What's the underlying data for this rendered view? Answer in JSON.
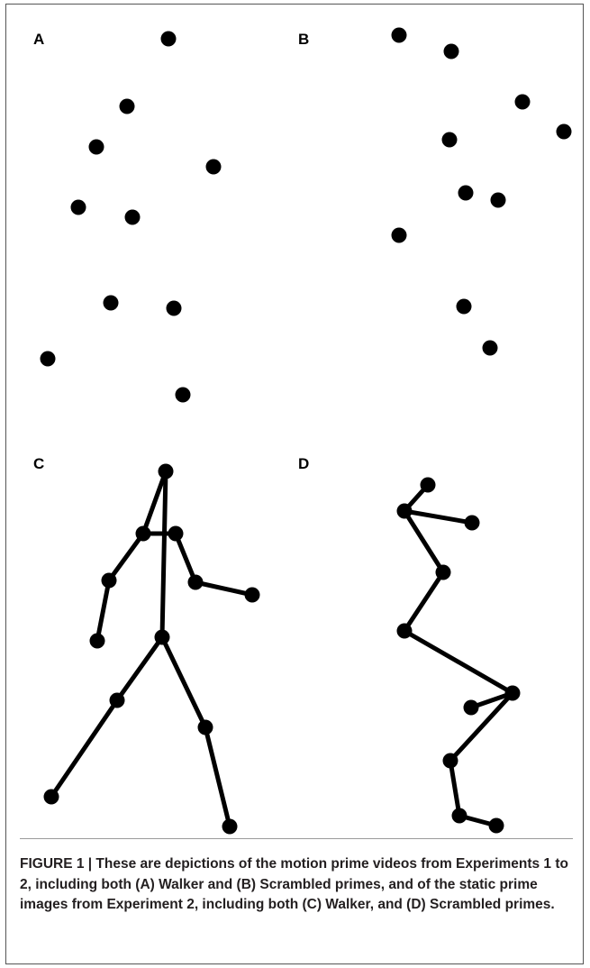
{
  "panels": [
    {
      "id": "A",
      "label": "A",
      "kind": "point-light dots (motion)",
      "points": [
        [
          187,
          43
        ],
        [
          141,
          118
        ],
        [
          107,
          163
        ],
        [
          237,
          185
        ],
        [
          87,
          230
        ],
        [
          147,
          241
        ],
        [
          123,
          336
        ],
        [
          193,
          342
        ],
        [
          53,
          398
        ],
        [
          203,
          438
        ]
      ],
      "edges": []
    },
    {
      "id": "B",
      "label": "B",
      "kind": "point-light dots (motion)",
      "points": [
        [
          443,
          39
        ],
        [
          501,
          57
        ],
        [
          580,
          113
        ],
        [
          626,
          146
        ],
        [
          499,
          155
        ],
        [
          517,
          214
        ],
        [
          553,
          222
        ],
        [
          443,
          261
        ],
        [
          515,
          340
        ],
        [
          544,
          386
        ]
      ],
      "edges": []
    },
    {
      "id": "C",
      "label": "C",
      "kind": "stick figure (static)",
      "points": [
        [
          184,
          523
        ],
        [
          159,
          592
        ],
        [
          195,
          592
        ],
        [
          121,
          644
        ],
        [
          217,
          646
        ],
        [
          280,
          660
        ],
        [
          108,
          711
        ],
        [
          180,
          707
        ],
        [
          130,
          777
        ],
        [
          228,
          807
        ],
        [
          57,
          884
        ],
        [
          255,
          917
        ]
      ],
      "edges": [
        [
          0,
          7
        ],
        [
          0,
          1
        ],
        [
          1,
          2
        ],
        [
          1,
          3
        ],
        [
          3,
          6
        ],
        [
          2,
          4
        ],
        [
          4,
          5
        ],
        [
          7,
          8
        ],
        [
          8,
          10
        ],
        [
          7,
          9
        ],
        [
          9,
          11
        ]
      ]
    },
    {
      "id": "D",
      "label": "D",
      "kind": "scrambled stick figure (static)",
      "points": [
        [
          475,
          538
        ],
        [
          449,
          567
        ],
        [
          524,
          580
        ],
        [
          492,
          635
        ],
        [
          449,
          700
        ],
        [
          569,
          769
        ],
        [
          523,
          785
        ],
        [
          500,
          844
        ],
        [
          510,
          905
        ],
        [
          551,
          916
        ]
      ],
      "edges": [
        [
          0,
          1
        ],
        [
          1,
          2
        ],
        [
          1,
          3
        ],
        [
          3,
          4
        ],
        [
          4,
          5
        ],
        [
          5,
          6
        ],
        [
          5,
          7
        ],
        [
          7,
          8
        ],
        [
          8,
          9
        ]
      ]
    }
  ],
  "colors": {
    "dot": "#000000",
    "line": "#000000",
    "caption_text": "#231f20"
  },
  "caption": "FIGURE 1 | These are depictions of the motion prime videos from Experiments 1 to 2, including both (A) Walker and (B) Scrambled primes, and of the static prime images from Experiment 2, including both (C) Walker, and (D) Scrambled primes."
}
